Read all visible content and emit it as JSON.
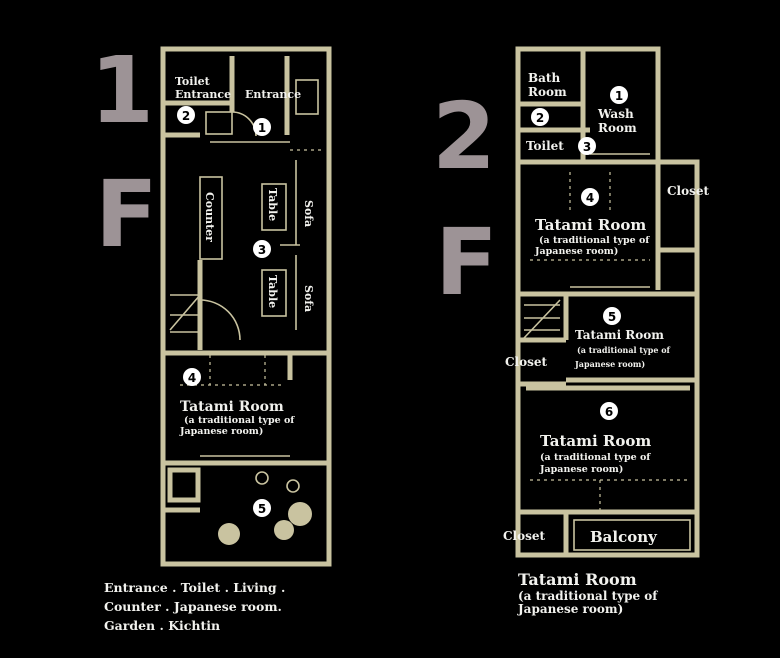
{
  "floors": [
    {
      "id": "1F",
      "big_label_number": "1",
      "big_label_letter": "F",
      "room_labels": {
        "toilet_entrance": [
          "Toilet",
          "Entrance"
        ],
        "entrance": "Entrance",
        "counter": "Counter",
        "table_1": "Table",
        "table_2": "Table",
        "sofa_1": "Sofa",
        "sofa_2": "Sofa",
        "tatami_title": "Tatami Room",
        "tatami_sub": [
          "(a traditional type of",
          "Japanese room)"
        ]
      },
      "markers": [
        "1",
        "2",
        "3",
        "4",
        "5"
      ],
      "caption": [
        "Entrance . Toilet . Living .",
        "Counter . Japanese room.",
        "Garden . Kichtin"
      ]
    },
    {
      "id": "2F",
      "big_label_number": "2",
      "big_label_letter": "F",
      "room_labels": {
        "bath_room": [
          "Bath",
          "Room"
        ],
        "wash_room": [
          "Wash",
          "Room"
        ],
        "toilet": "Toilet",
        "closet_1": "Closet",
        "tatami_a_title": "Tatami Room",
        "tatami_a_sub": [
          "(a traditional type of",
          "Japanese room)"
        ],
        "tatami_b_title": "Tatami Room",
        "tatami_b_sub": [
          "(a traditional type of",
          "Japanese room)"
        ],
        "closet_2": "Closet",
        "tatami_c_title": "Tatami Room",
        "tatami_c_sub": [
          "(a traditional type of",
          "Japanese room)"
        ],
        "closet_3": "Closet",
        "balcony": "Balcony"
      },
      "markers": [
        "1",
        "2",
        "3",
        "4",
        "5",
        "6"
      ],
      "caption_title": "Tatami Room",
      "caption_sub": [
        "(a traditional type of",
        "Japanese room)"
      ]
    }
  ],
  "colors": {
    "background": "#000000",
    "wall": "#c9c3a0",
    "big_label": "#9d9396",
    "text": "#f2f2ee",
    "marker_fill": "#ffffff",
    "garden_stone": "#c9c3a0"
  }
}
